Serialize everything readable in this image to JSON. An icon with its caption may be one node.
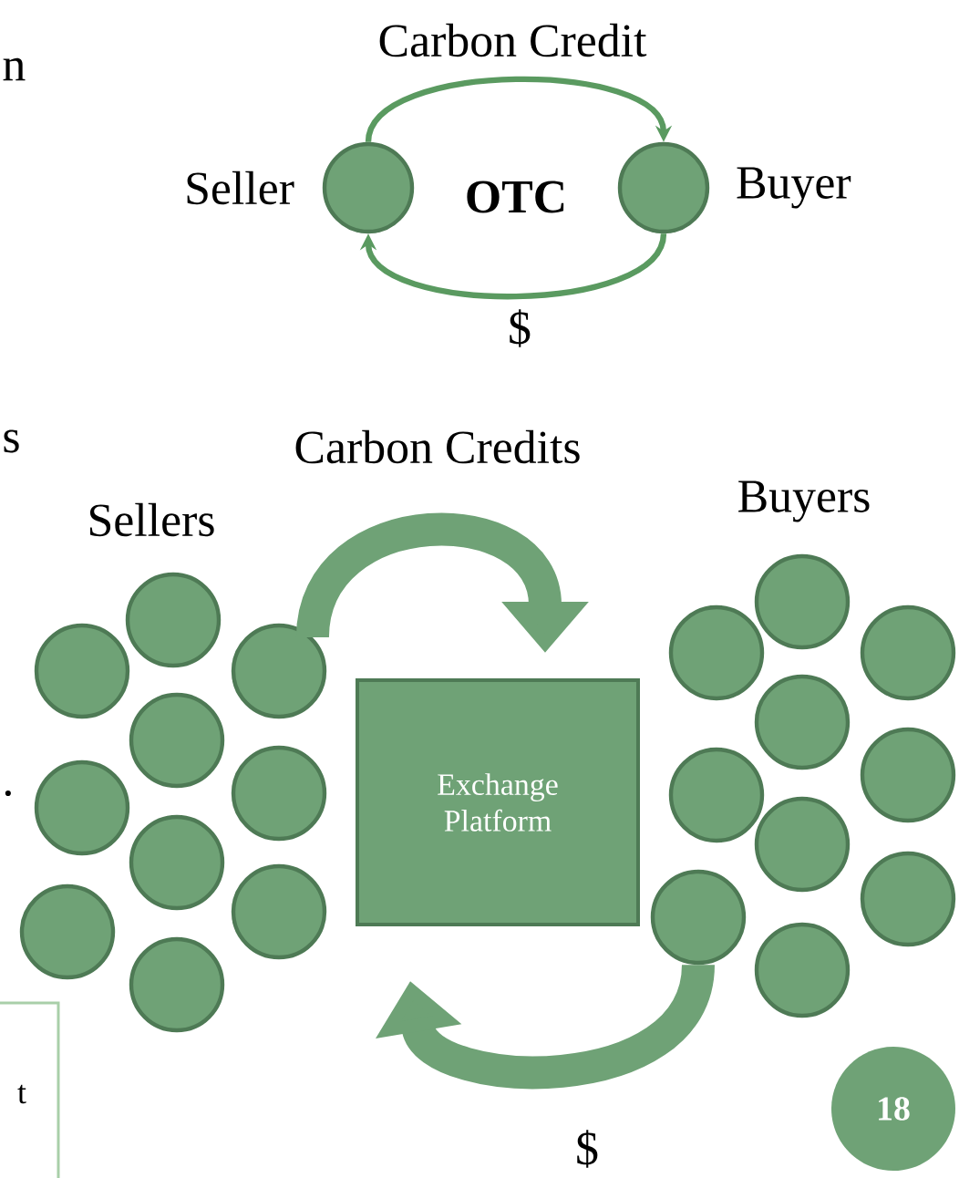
{
  "diagram": {
    "nodes": [
      {
        "text": [],
        "shape": "circle",
        "beside": [
          "Seller"
        ]
      },
      {
        "text": [],
        "shape": "circle",
        "beside": [
          "Buyer"
        ]
      },
      {
        "text": [],
        "shape": "circle"
      },
      {
        "text": [],
        "shape": "circle"
      },
      {
        "text": [],
        "shape": "circle"
      },
      {
        "text": [],
        "shape": "circle"
      },
      {
        "text": [],
        "shape": "circle"
      },
      {
        "text": [],
        "shape": "circle"
      },
      {
        "text": [],
        "shape": "circle"
      },
      {
        "text": [],
        "shape": "circle"
      },
      {
        "text": [],
        "shape": "circle"
      },
      {
        "text": [],
        "shape": "circle"
      },
      {
        "text": [
          "Exchange Platform"
        ]
      },
      {
        "text": [],
        "shape": "circle"
      },
      {
        "text": [],
        "shape": "circle"
      },
      {
        "text": [],
        "shape": "circle"
      },
      {
        "text": [],
        "shape": "circle"
      },
      {
        "text": [],
        "shape": "circle"
      },
      {
        "text": [],
        "shape": "circle"
      },
      {
        "text": [],
        "shape": "circle"
      },
      {
        "text": [],
        "shape": "circle"
      },
      {
        "text": [],
        "shape": "circle"
      },
      {
        "text": [],
        "shape": "circle"
      },
      {
        "text": [
          "18"
        ]
      },
      {
        "text": [
          "t"
        ]
      }
    ],
    "edges": [
      {
        "from": 0,
        "to": 1,
        "arrow": "to",
        "label": "Carbon Credit"
      },
      {
        "from": 1,
        "to": 0,
        "arrow": "to",
        "label": "$"
      },
      {
        "from": 4,
        "to": 12,
        "arrow": "to",
        "label": "Carbon Credits",
        "style": "thick"
      },
      {
        "from": 20,
        "to": 12,
        "arrow": "to",
        "label": "$",
        "style": "thick"
      }
    ],
    "labels": [
      "n",
      "OTC",
      "s",
      "Sellers",
      "Buyers",
      "."
    ]
  }
}
